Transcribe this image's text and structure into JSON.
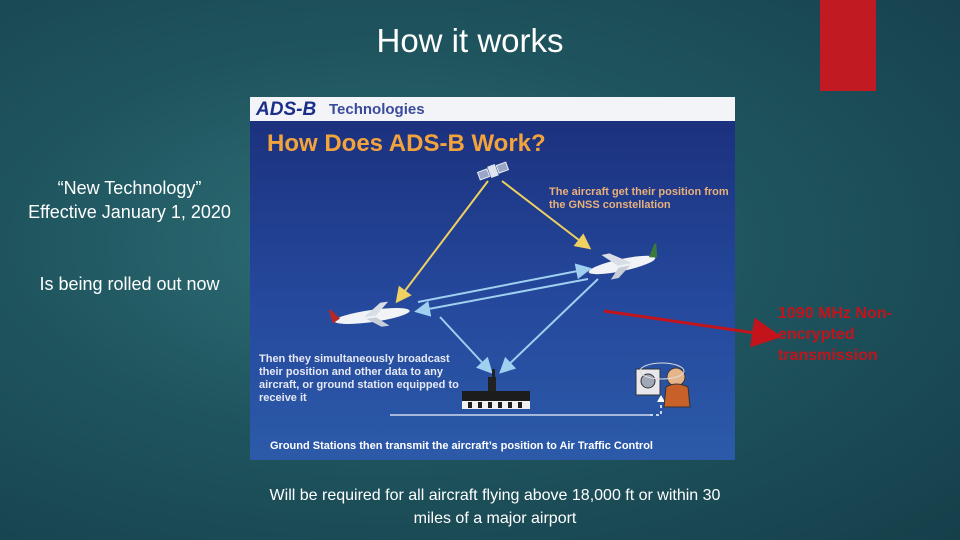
{
  "slide": {
    "title": "How it works",
    "left_text_1": "“New Technology” Effective January 1, 2020",
    "left_text_2": "Is being rolled out now",
    "callout": "1090 MHz Non-encrypted transmission",
    "caption": "Will be required for all aircraft flying above 18,000 ft or within 30 miles of a major airport",
    "accent_color": "#c21a22",
    "callout_color": "#c3131b"
  },
  "figure": {
    "logo_ads": "ADS-B",
    "logo_tech": "Technologies",
    "heading": "How Does ADS-B Work?",
    "note_gnss": "The aircraft get their position from the GNSS constellation",
    "note_broadcast": "Then they simultaneously broadcast their position and other data to any aircraft, or ground station equipped to receive it",
    "note_ground": "Ground Stations then transmit the aircraft’s position to Air Traffic Control",
    "icons": [
      "satellite-icon",
      "airplane-icon",
      "airplane-icon",
      "ground-station-icon",
      "air-traffic-controller-icon"
    ],
    "heading_color": "#f2a33c",
    "background_color": "#25489c"
  }
}
